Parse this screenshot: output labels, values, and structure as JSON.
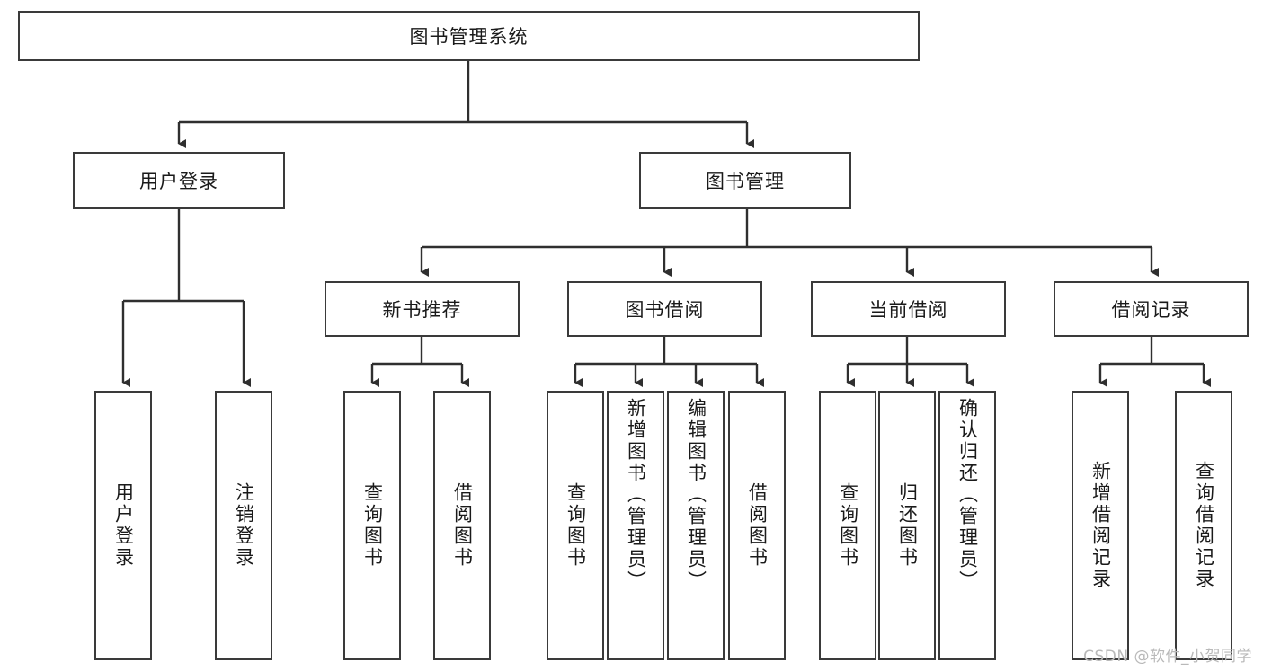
{
  "diagram": {
    "title": "图书管理系统",
    "type": "tree",
    "colors": {
      "box_border": "#3a3a3a",
      "box_fill": "#ffffff",
      "edge": "#2f2f2f",
      "text": "#1a1a1a",
      "watermark": "#b9b9b9"
    },
    "root": {
      "label": "图书管理系统"
    },
    "level2": [
      {
        "label": "用户登录"
      },
      {
        "label": "图书管理"
      }
    ],
    "level3": [
      {
        "label": "新书推荐"
      },
      {
        "label": "图书借阅"
      },
      {
        "label": "当前借阅"
      },
      {
        "label": "借阅记录"
      }
    ],
    "leaves": {
      "user_login": [
        {
          "label": "用户登录"
        },
        {
          "label": "注销登录"
        }
      ],
      "new_book_recommend": [
        {
          "label": "查询图书"
        },
        {
          "label": "借阅图书"
        }
      ],
      "book_borrow": [
        {
          "label": "查询图书"
        },
        {
          "label": "新增图书（管理员）"
        },
        {
          "label": "编辑图书（管理员）"
        },
        {
          "label": "借阅图书"
        }
      ],
      "current_borrow": [
        {
          "label": "查询图书"
        },
        {
          "label": "归还图书"
        },
        {
          "label": "确认归还（管理员）"
        }
      ],
      "borrow_record": [
        {
          "label": "新增借阅记录"
        },
        {
          "label": "查询借阅记录"
        }
      ]
    }
  },
  "watermark": {
    "text": "CSDN @软件_小贺同学"
  }
}
